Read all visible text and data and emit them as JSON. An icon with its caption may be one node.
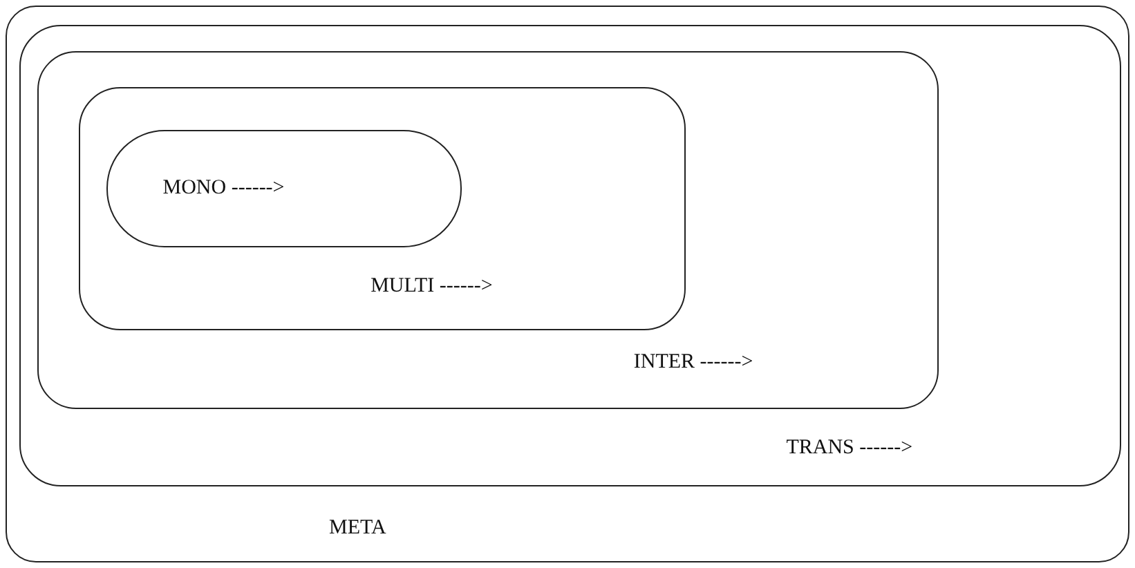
{
  "diagram": {
    "nodes": [
      {
        "text": [
          "META"
        ]
      },
      {
        "text": [
          "TRANS ------>"
        ],
        "in": 0
      },
      {
        "text": [
          "INTER ------>"
        ],
        "in": 1
      },
      {
        "text": [
          "MULTI ------>"
        ],
        "in": 2
      },
      {
        "text": [
          "MONO ------>"
        ],
        "in": 3
      }
    ]
  }
}
